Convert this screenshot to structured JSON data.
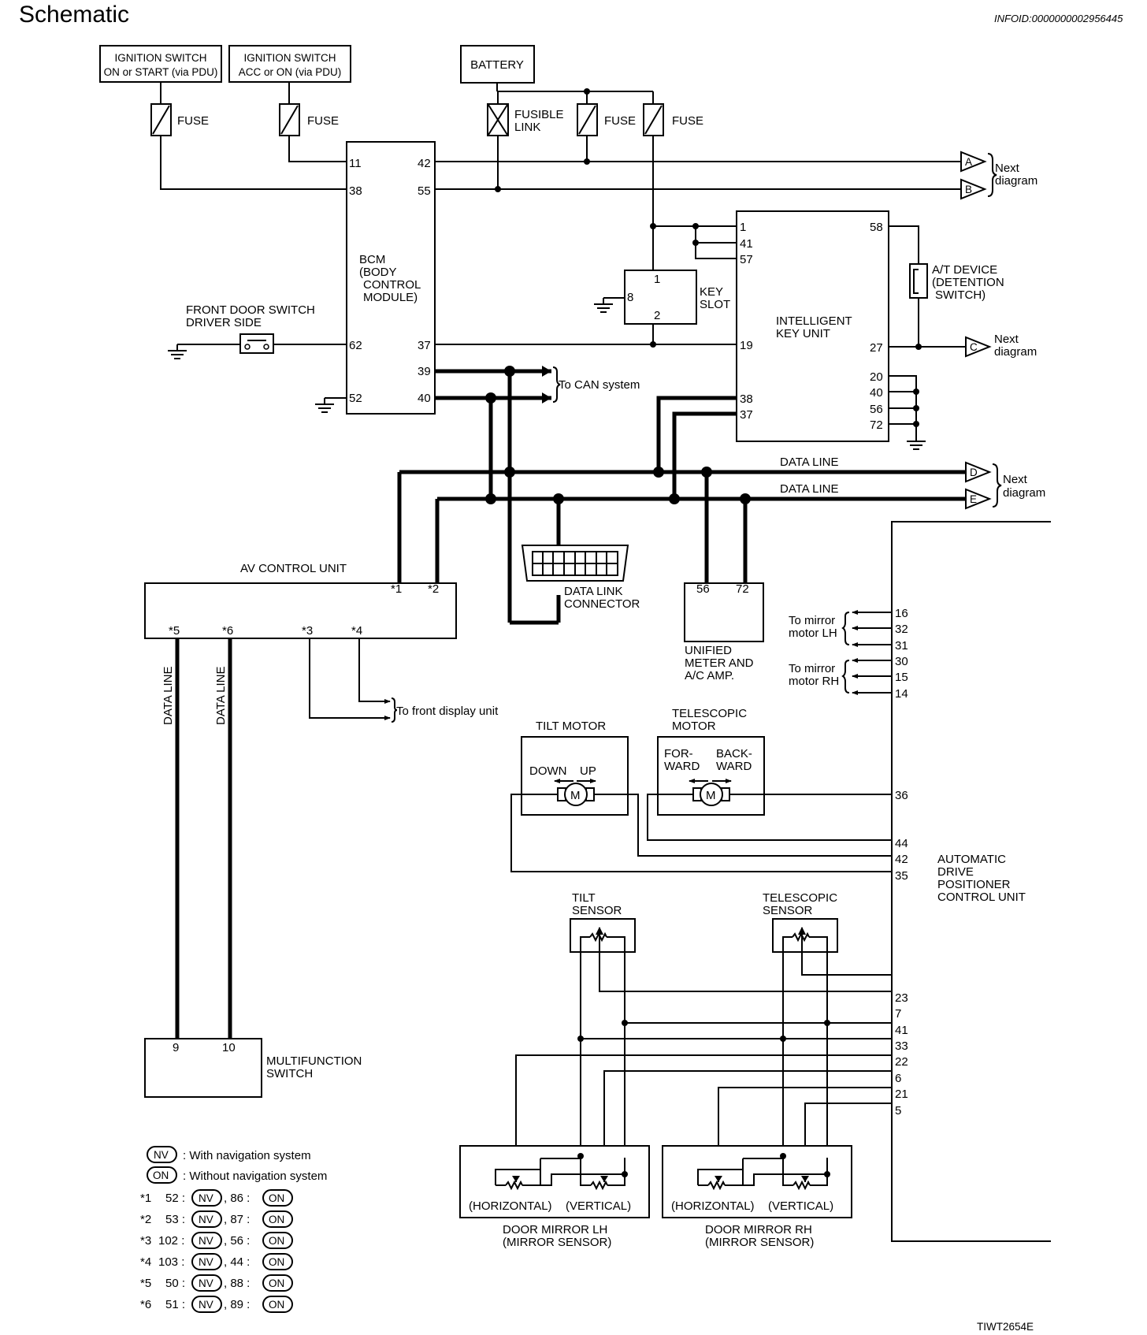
{
  "title": "Schematic",
  "info_id": "INFOID:0000000002956445",
  "figure_id": "TIWT2654E",
  "power": {
    "ign_on_start_1": "IGNITION SWITCH",
    "ign_on_start_2": "ON or START (via PDU)",
    "ign_acc_on_1": "IGNITION SWITCH",
    "ign_acc_on_2": "ACC or ON (via PDU)",
    "battery": "BATTERY",
    "fuse": "FUSE",
    "fusible_link_1": "FUSIBLE",
    "fusible_link_2": "LINK"
  },
  "bcm": {
    "name_1": "BCM",
    "name_2": "(BODY",
    "name_3": "CONTROL",
    "name_4": "MODULE)",
    "pins": {
      "p11": "11",
      "p38": "38",
      "p62": "62",
      "p52": "52",
      "p42": "42",
      "p55": "55",
      "p37": "37",
      "p39": "39",
      "p40": "40"
    }
  },
  "front_door_switch": {
    "line1": "FRONT DOOR SWITCH",
    "line2": "DRIVER SIDE"
  },
  "can_label": "To CAN system",
  "key_slot": {
    "line1": "KEY",
    "line2": "SLOT",
    "pin1": "1",
    "pin2": "2",
    "pin8": "8"
  },
  "intelligent_key": {
    "line1": "INTELLIGENT",
    "line2": "KEY UNIT",
    "pins": {
      "p1": "1",
      "p41": "41",
      "p57": "57",
      "p19": "19",
      "p38": "38",
      "p37": "37",
      "p58": "58",
      "p27": "27",
      "p20": "20",
      "p40": "40",
      "p56": "56",
      "p72": "72"
    }
  },
  "at_device": {
    "line1": "A/T DEVICE",
    "line2": "(DETENTION",
    "line3": "SWITCH)"
  },
  "connectors": {
    "a": "A",
    "b": "B",
    "c": "C",
    "d": "D",
    "e": "E"
  },
  "next_diagram_1": "Next",
  "next_diagram_2": "diagram",
  "data_line": "DATA LINE",
  "av_control": {
    "name": "AV CONTROL UNIT",
    "p1": "*1",
    "p2": "*2",
    "p3": "*3",
    "p4": "*4",
    "p5": "*5",
    "p6": "*6"
  },
  "front_display": "To front display unit",
  "data_link_connector": {
    "line1": "DATA LINK",
    "line2": "CONNECTOR"
  },
  "unified_meter": {
    "line1": "UNIFIED",
    "line2": "METER AND",
    "line3": "A/C AMP.",
    "p56": "56",
    "p72": "72"
  },
  "mirror_motor": {
    "lh_1": "To mirror",
    "lh_2": "motor LH",
    "rh_1": "To mirror",
    "rh_2": "motor RH"
  },
  "adp_pins": [
    "16",
    "32",
    "31",
    "30",
    "15",
    "14",
    "36",
    "44",
    "42",
    "35",
    "23",
    "7",
    "41",
    "33",
    "22",
    "6",
    "21",
    "5"
  ],
  "adp_unit": {
    "line1": "AUTOMATIC",
    "line2": "DRIVE",
    "line3": "POSITIONER",
    "line4": "CONTROL UNIT"
  },
  "tilt_motor": {
    "name": "TILT MOTOR",
    "down": "DOWN",
    "up": "UP",
    "m": "M"
  },
  "telescopic_motor": {
    "line1": "TELESCOPIC",
    "line2": "MOTOR",
    "fwd1": "FOR-",
    "fwd2": "WARD",
    "bwd1": "BACK-",
    "bwd2": "WARD",
    "m": "M"
  },
  "tilt_sensor": {
    "line1": "TILT",
    "line2": "SENSOR"
  },
  "telescopic_sensor": {
    "line1": "TELESCOPIC",
    "line2": "SENSOR"
  },
  "multifunction": {
    "line1": "MULTIFUNCTION",
    "line2": "SWITCH",
    "p9": "9",
    "p10": "10"
  },
  "door_mirror_lh": {
    "horizontal": "(HORIZONTAL)",
    "vertical": "(VERTICAL)",
    "line1": "DOOR MIRROR LH",
    "line2": "(MIRROR SENSOR)"
  },
  "door_mirror_rh": {
    "horizontal": "(HORIZONTAL)",
    "vertical": "(VERTICAL)",
    "line1": "DOOR MIRROR RH",
    "line2": "(MIRROR SENSOR)"
  },
  "legend": {
    "nv": "NV",
    "on": "ON",
    "nv_text": ": With navigation system",
    "on_text": ": Without navigation system",
    "rows": [
      {
        "key": "*1",
        "a": "52 :",
        "b": ", 86 :"
      },
      {
        "key": "*2",
        "a": "53 :",
        "b": ", 87 :"
      },
      {
        "key": "*3",
        "a": "102 :",
        "b": ", 56 :"
      },
      {
        "key": "*4",
        "a": "103 :",
        "b": ", 44 :"
      },
      {
        "key": "*5",
        "a": "50 :",
        "b": ", 88 :"
      },
      {
        "key": "*6",
        "a": "51 :",
        "b": ", 89 :"
      }
    ]
  }
}
